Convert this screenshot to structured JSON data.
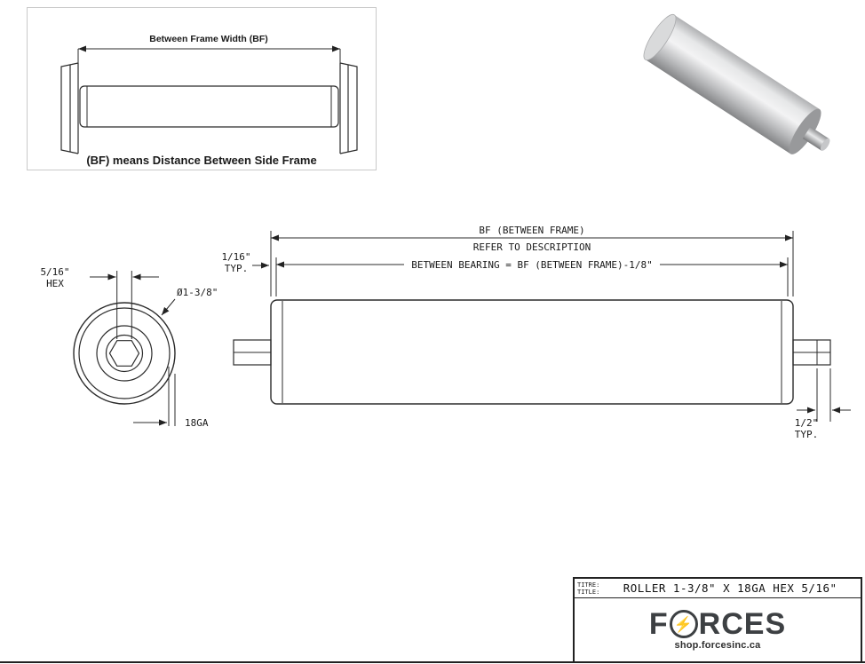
{
  "inset": {
    "dim_label": "Between Frame Width (BF)",
    "caption": "(BF) means Distance Between Side Frame"
  },
  "main_drawing": {
    "bf_dim_line1": "BF (BETWEEN FRAME)",
    "bf_dim_line2": "REFER TO DESCRIPTION",
    "between_bearing_dim": "BETWEEN BEARING = BF (BETWEEN FRAME)-1/8\"",
    "typ_1_16_line1": "1/16\"",
    "typ_1_16_line2": "TYP.",
    "typ_1_2_line1": "1/2\"",
    "typ_1_2_line2": "TYP.",
    "hex_dim_line1": "5/16\"",
    "hex_dim_line2": "HEX",
    "diameter_dim": "Ø1-3/8\"",
    "gauge_dim": "18GA"
  },
  "title_block": {
    "label_titre": "TITRE:",
    "label_title": "TITLE:",
    "drawing_title": "ROLLER 1-3/8\" X 18GA HEX 5/16\"",
    "brand_prefix": "F",
    "brand_suffix": "RCES",
    "bolt_glyph": "⚡",
    "website": "shop.forcesinc.ca"
  },
  "colors": {
    "line": "#2b2b2b",
    "brand_text": "#3d4043",
    "bolt": "#f0a30a"
  }
}
